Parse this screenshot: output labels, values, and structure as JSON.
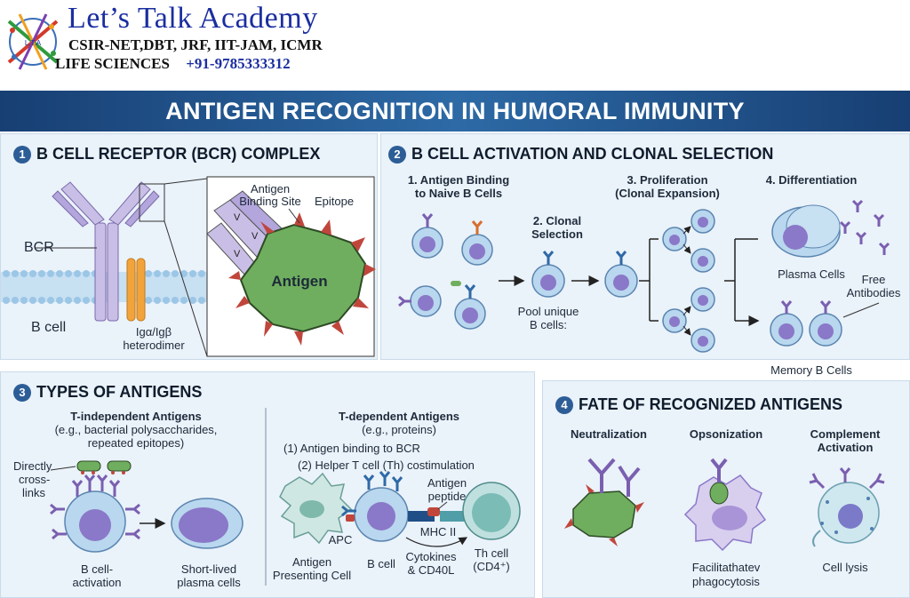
{
  "header": {
    "brand_title": "Let’s Talk Academy",
    "subtitle_line1": "CSIR-NET,DBT, JRF, IIT-JAM, ICMR",
    "subtitle_line2": "LIFE SCIENCES",
    "phone": "+91-9785333312",
    "logo_icon": "dna-molecule-logo-icon",
    "logo_caption": "L.T.A"
  },
  "banner": {
    "title": "ANTIGEN RECOGNITION IN HUMORAL IMMUNITY"
  },
  "section1": {
    "number": "1",
    "title": "B CELL RECEPTOR (BCR) COMPLEX",
    "bcr_label": "BCR",
    "bcell_label": "B cell",
    "igab_label_1": "Igα/Igβ",
    "igab_label_2": "heterodimer",
    "binding_site_1": "Antigen",
    "binding_site_2": "Binding Site",
    "epitope": "Epitope",
    "antigen": "Antigen",
    "v_mark": "V"
  },
  "section2": {
    "number": "2",
    "title": "B CELL ACTIVATION AND CLONAL SELECTION",
    "step1_line1": "1. Antigen Binding",
    "step1_line2": "to Naive B Cells",
    "step2_line1": "2. Clonal",
    "step2_line2": "Selection",
    "pool_line1": "Pool unique",
    "pool_line2": "B cells:",
    "step3_line1": "3. Proliferation",
    "step3_line2": "(Clonal Expansion)",
    "step4": "4. Differentiation",
    "plasma_cells": "Plasma Cells",
    "free_antibodies_1": "Free",
    "free_antibodies_2": "Antibodies",
    "memory_cells": "Memory B Cells"
  },
  "section3": {
    "number": "3",
    "title": "TYPES OF ANTIGENS",
    "ti_title": "T-independent Antigens",
    "ti_desc_1": "(e.g., bacterial polysaccharides,",
    "ti_desc_2": "repeated epitopes)",
    "cross_1": "Directly",
    "cross_2": "cross-",
    "cross_3": "links",
    "bcell_act_1": "B cell-",
    "bcell_act_2": "activation",
    "short_lived_1": "Short-lived",
    "short_lived_2": "plasma cells",
    "td_title": "T-dependent Antigens",
    "td_desc": "(e.g., proteins)",
    "td_step1": "(1) Antigen binding to BCR",
    "td_step2": "(2) Helper T cell (Th) costimulation",
    "antigen_peptide_1": "Antigen",
    "antigen_peptide_2": "peptide",
    "apc": "APC",
    "mhc": "MHC II",
    "apc_full_1": "Antigen",
    "apc_full_2": "Presenting Cell",
    "bcell": "B cell",
    "cytokines_1": "Cytokines",
    "cytokines_2": "& CD40L",
    "thcell_1": "Th cell",
    "thcell_2": "(CD4⁺)"
  },
  "section4": {
    "number": "4",
    "title": "FATE OF RECOGNIZED ANTIGENS",
    "neutralization": "Neutralization",
    "opsonization": "Opsonization",
    "complement_1": "Complement",
    "complement_2": "Activation",
    "phago_1": "Facilitathatev",
    "phago_2": "phagocytosis",
    "lysis": "Cell lysis"
  },
  "colors": {
    "banner": "#2d6aa6",
    "panel": "#eaf2fa",
    "cell": "#b9d7ee",
    "nucleus": "#8a78c8",
    "antibody": "#7a5fb0",
    "antigen": "#6fae5e",
    "epitope": "#c0463c",
    "igab": "#f2a33a"
  }
}
